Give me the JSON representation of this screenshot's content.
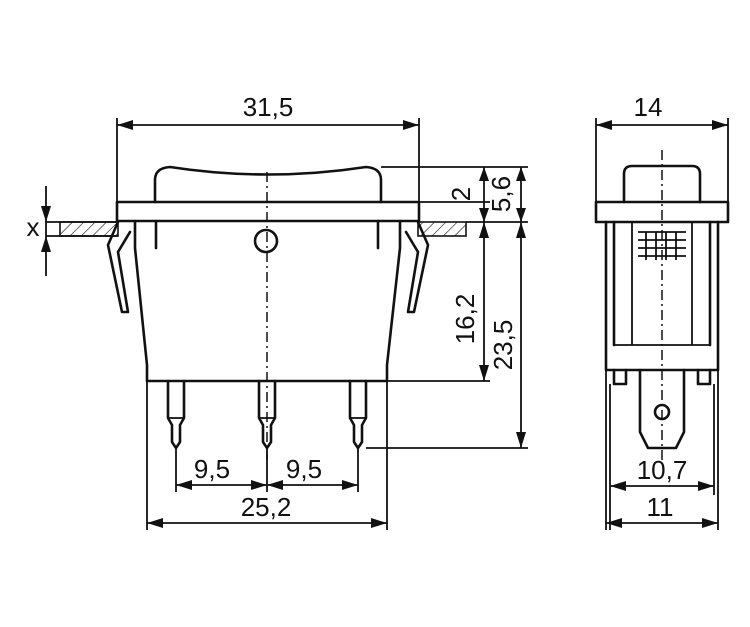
{
  "labels": {
    "width_overall": "31,5",
    "side_width": "14",
    "panel_thickness_var": "x",
    "rocker_height": "2",
    "top_height": "5,6",
    "body_height": "16,2",
    "total_height": "23,5",
    "pin_pitch_left": "9,5",
    "pin_pitch_right": "9,5",
    "body_width": "25,2",
    "terminal_width": "10,7",
    "side_base_width": "11"
  },
  "colors": {
    "line": "#111111",
    "background": "#ffffff"
  }
}
